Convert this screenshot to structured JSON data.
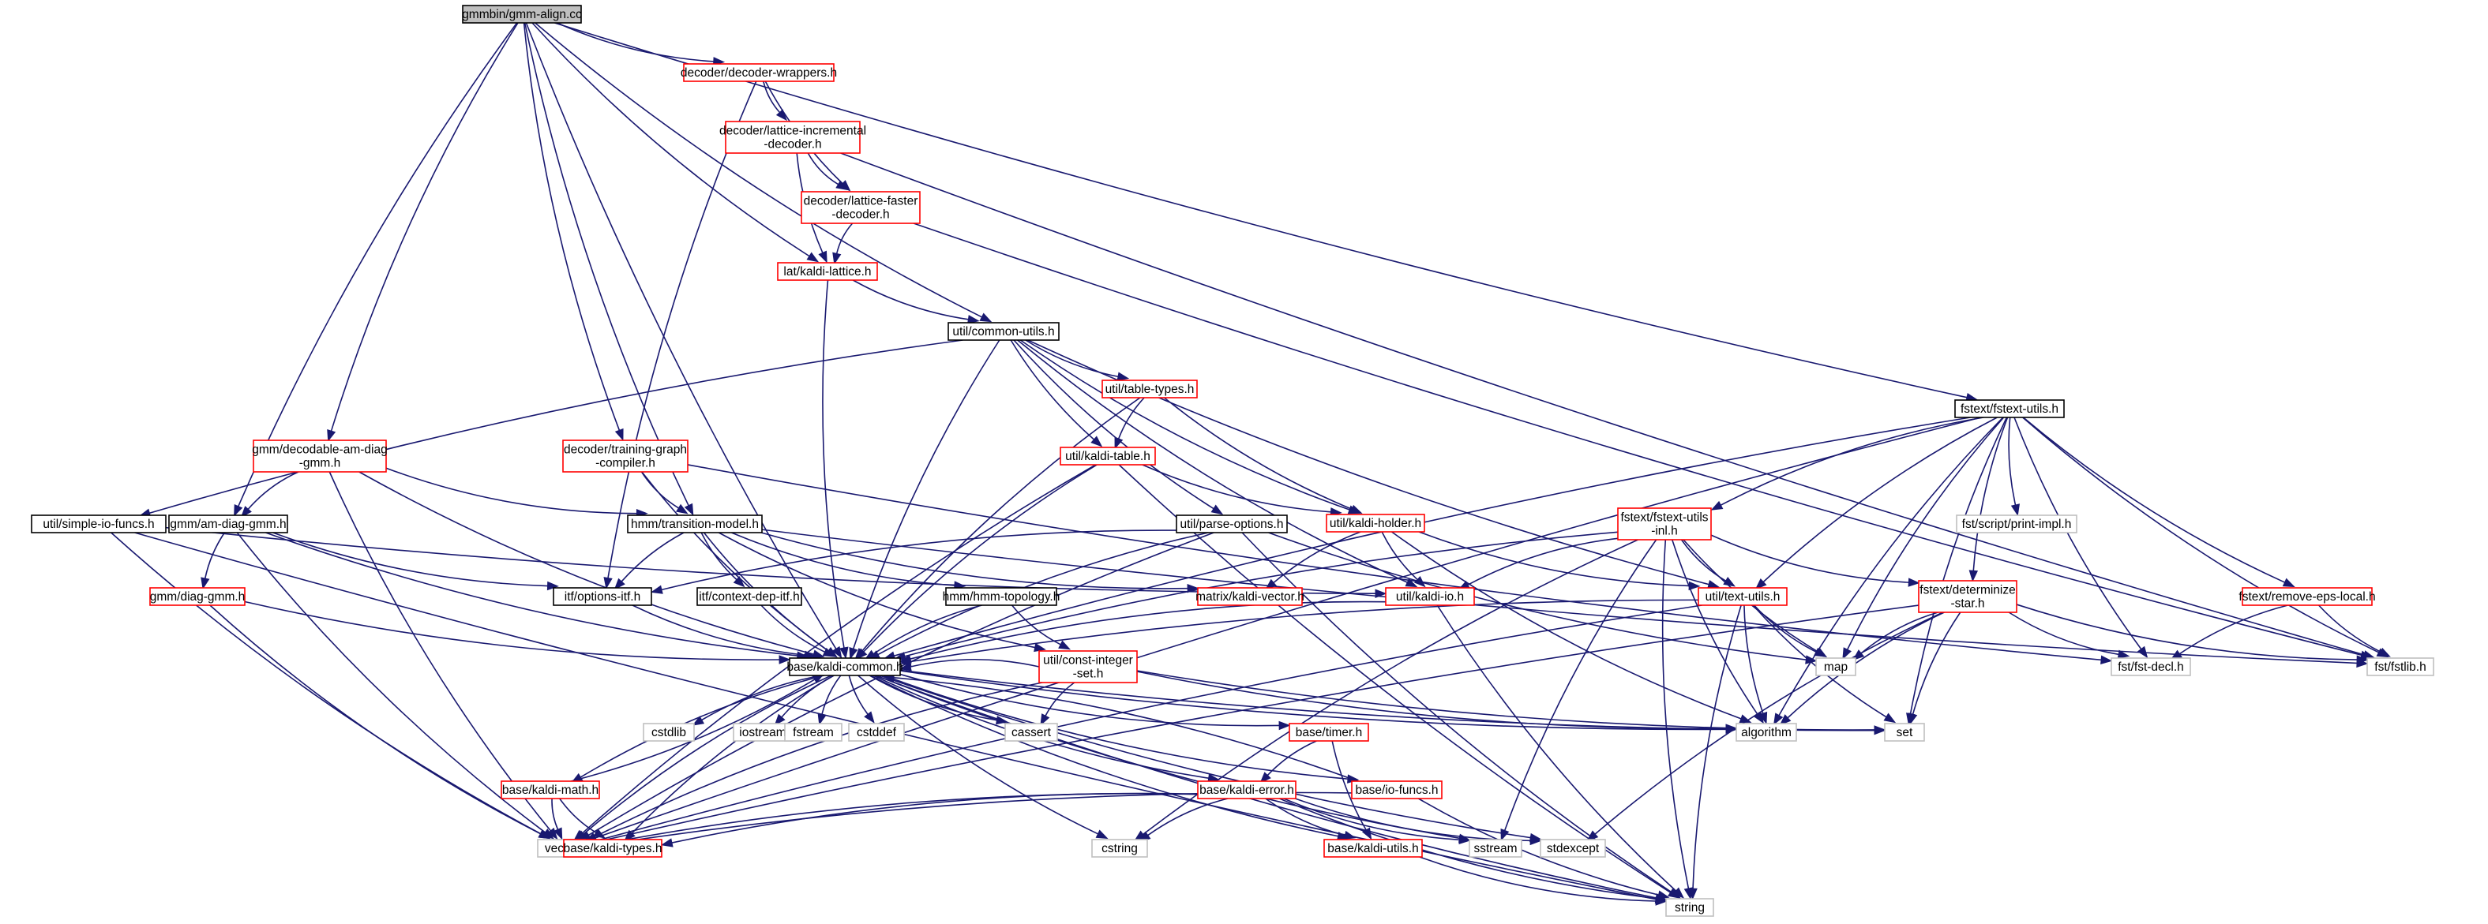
{
  "graph": {
    "colors": {
      "edge": "#191970",
      "root_fill": "#bfbfbf",
      "root_border": "#000000",
      "incomplete_border": "#ff0000",
      "complete_border": "#000000",
      "system_border": "#bfbfbf",
      "node_fill": "#ffffff"
    },
    "nodes": [
      {
        "id": "gmm_align",
        "lines": [
          "gmmbin/gmm-align.cc"
        ],
        "kind": "root"
      },
      {
        "id": "dec_wrappers",
        "lines": [
          "decoder/decoder-wrappers.h"
        ],
        "kind": "incomplete"
      },
      {
        "id": "lat_incr",
        "lines": [
          "decoder/lattice-incremental",
          "-decoder.h"
        ],
        "kind": "incomplete"
      },
      {
        "id": "lat_faster",
        "lines": [
          "decoder/lattice-faster",
          "-decoder.h"
        ],
        "kind": "incomplete"
      },
      {
        "id": "kaldi_lattice",
        "lines": [
          "lat/kaldi-lattice.h"
        ],
        "kind": "incomplete"
      },
      {
        "id": "common_utils",
        "lines": [
          "util/common-utils.h"
        ],
        "kind": "complete"
      },
      {
        "id": "table_types",
        "lines": [
          "util/table-types.h"
        ],
        "kind": "incomplete"
      },
      {
        "id": "kaldi_table",
        "lines": [
          "util/kaldi-table.h"
        ],
        "kind": "incomplete"
      },
      {
        "id": "kaldi_holder",
        "lines": [
          "util/kaldi-holder.h"
        ],
        "kind": "incomplete"
      },
      {
        "id": "decodable",
        "lines": [
          "gmm/decodable-am-diag",
          "-gmm.h"
        ],
        "kind": "incomplete"
      },
      {
        "id": "training_graph",
        "lines": [
          "decoder/training-graph",
          "-compiler.h"
        ],
        "kind": "incomplete"
      },
      {
        "id": "simple_io",
        "lines": [
          "util/simple-io-funcs.h"
        ],
        "kind": "complete"
      },
      {
        "id": "am_diag",
        "lines": [
          "gmm/am-diag-gmm.h"
        ],
        "kind": "complete"
      },
      {
        "id": "diag_gmm",
        "lines": [
          "gmm/diag-gmm.h"
        ],
        "kind": "incomplete"
      },
      {
        "id": "transition",
        "lines": [
          "hmm/transition-model.h"
        ],
        "kind": "complete"
      },
      {
        "id": "parse_options",
        "lines": [
          "util/parse-options.h"
        ],
        "kind": "complete"
      },
      {
        "id": "options_itf",
        "lines": [
          "itf/options-itf.h"
        ],
        "kind": "complete"
      },
      {
        "id": "context_dep",
        "lines": [
          "itf/context-dep-itf.h"
        ],
        "kind": "complete"
      },
      {
        "id": "hmm_topo",
        "lines": [
          "hmm/hmm-topology.h"
        ],
        "kind": "complete"
      },
      {
        "id": "kaldi_vector",
        "lines": [
          "matrix/kaldi-vector.h"
        ],
        "kind": "incomplete"
      },
      {
        "id": "kaldi_io",
        "lines": [
          "util/kaldi-io.h"
        ],
        "kind": "incomplete"
      },
      {
        "id": "const_int",
        "lines": [
          "util/const-integer",
          "-set.h"
        ],
        "kind": "incomplete"
      },
      {
        "id": "kaldi_common",
        "lines": [
          "base/kaldi-common.h"
        ],
        "kind": "complete"
      },
      {
        "id": "fstext_utils",
        "lines": [
          "fstext/fstext-utils.h"
        ],
        "kind": "complete"
      },
      {
        "id": "fstext_inl",
        "lines": [
          "fstext/fstext-utils",
          "-inl.h"
        ],
        "kind": "incomplete"
      },
      {
        "id": "text_utils",
        "lines": [
          "util/text-utils.h"
        ],
        "kind": "incomplete"
      },
      {
        "id": "determinize",
        "lines": [
          "fstext/determinize",
          "-star.h"
        ],
        "kind": "incomplete"
      },
      {
        "id": "remove_eps",
        "lines": [
          "fstext/remove-eps-local.h"
        ],
        "kind": "incomplete"
      },
      {
        "id": "print_impl",
        "lines": [
          "fst/script/print-impl.h"
        ],
        "kind": "system"
      },
      {
        "id": "map",
        "lines": [
          "map"
        ],
        "kind": "system"
      },
      {
        "id": "fst_decl",
        "lines": [
          "fst/fst-decl.h"
        ],
        "kind": "system"
      },
      {
        "id": "fstlib",
        "lines": [
          "fst/fstlib.h"
        ],
        "kind": "system"
      },
      {
        "id": "algorithm",
        "lines": [
          "algorithm"
        ],
        "kind": "system"
      },
      {
        "id": "set",
        "lines": [
          "set"
        ],
        "kind": "system"
      },
      {
        "id": "kaldi_math",
        "lines": [
          "base/kaldi-math.h"
        ],
        "kind": "incomplete"
      },
      {
        "id": "cstdlib",
        "lines": [
          "cstdlib"
        ],
        "kind": "system"
      },
      {
        "id": "iostream",
        "lines": [
          "iostream"
        ],
        "kind": "system"
      },
      {
        "id": "fstream",
        "lines": [
          "fstream"
        ],
        "kind": "system"
      },
      {
        "id": "cstddef",
        "lines": [
          "cstddef"
        ],
        "kind": "system"
      },
      {
        "id": "cassert",
        "lines": [
          "cassert"
        ],
        "kind": "system"
      },
      {
        "id": "timer",
        "lines": [
          "base/timer.h"
        ],
        "kind": "incomplete"
      },
      {
        "id": "kaldi_error",
        "lines": [
          "base/kaldi-error.h"
        ],
        "kind": "incomplete"
      },
      {
        "id": "io_funcs",
        "lines": [
          "base/io-funcs.h"
        ],
        "kind": "incomplete"
      },
      {
        "id": "vector",
        "lines": [
          "vector"
        ],
        "kind": "system"
      },
      {
        "id": "kaldi_types",
        "lines": [
          "base/kaldi-types.h"
        ],
        "kind": "incomplete"
      },
      {
        "id": "cstring",
        "lines": [
          "cstring"
        ],
        "kind": "system"
      },
      {
        "id": "kaldi_utils",
        "lines": [
          "base/kaldi-utils.h"
        ],
        "kind": "incomplete"
      },
      {
        "id": "sstream",
        "lines": [
          "sstream"
        ],
        "kind": "system"
      },
      {
        "id": "stdexcept",
        "lines": [
          "stdexcept"
        ],
        "kind": "system"
      },
      {
        "id": "string",
        "lines": [
          "string"
        ],
        "kind": "system"
      }
    ],
    "edges": [
      [
        "gmm_align",
        "dec_wrappers"
      ],
      [
        "gmm_align",
        "kaldi_lattice"
      ],
      [
        "gmm_align",
        "common_utils"
      ],
      [
        "gmm_align",
        "decodable"
      ],
      [
        "gmm_align",
        "training_graph"
      ],
      [
        "gmm_align",
        "am_diag"
      ],
      [
        "gmm_align",
        "transition"
      ],
      [
        "gmm_align",
        "kaldi_common"
      ],
      [
        "gmm_align",
        "fstext_utils"
      ],
      [
        "dec_wrappers",
        "lat_incr"
      ],
      [
        "dec_wrappers",
        "lat_faster"
      ],
      [
        "dec_wrappers",
        "options_itf"
      ],
      [
        "lat_incr",
        "lat_faster"
      ],
      [
        "lat_incr",
        "kaldi_lattice"
      ],
      [
        "lat_incr",
        "fstlib"
      ],
      [
        "lat_faster",
        "kaldi_lattice"
      ],
      [
        "lat_faster",
        "fstlib"
      ],
      [
        "kaldi_lattice",
        "common_utils"
      ],
      [
        "kaldi_lattice",
        "kaldi_common"
      ],
      [
        "common_utils",
        "table_types"
      ],
      [
        "common_utils",
        "kaldi_table"
      ],
      [
        "common_utils",
        "kaldi_holder"
      ],
      [
        "common_utils",
        "parse_options"
      ],
      [
        "common_utils",
        "kaldi_io"
      ],
      [
        "common_utils",
        "text_utils"
      ],
      [
        "common_utils",
        "simple_io"
      ],
      [
        "common_utils",
        "kaldi_common"
      ],
      [
        "table_types",
        "kaldi_table"
      ],
      [
        "table_types",
        "kaldi_holder"
      ],
      [
        "table_types",
        "kaldi_common"
      ],
      [
        "kaldi_table",
        "kaldi_holder"
      ],
      [
        "kaldi_table",
        "kaldi_common"
      ],
      [
        "kaldi_table",
        "vector"
      ],
      [
        "kaldi_table",
        "string"
      ],
      [
        "kaldi_holder",
        "kaldi_io"
      ],
      [
        "kaldi_holder",
        "text_utils"
      ],
      [
        "kaldi_holder",
        "kaldi_vector"
      ],
      [
        "kaldi_holder",
        "algorithm"
      ],
      [
        "decodable",
        "am_diag"
      ],
      [
        "decodable",
        "transition"
      ],
      [
        "decodable",
        "kaldi_common"
      ],
      [
        "decodable",
        "vector"
      ],
      [
        "training_graph",
        "transition"
      ],
      [
        "training_graph",
        "kaldi_common"
      ],
      [
        "training_graph",
        "fst_decl"
      ],
      [
        "simple_io",
        "kaldi_io"
      ],
      [
        "simple_io",
        "vector"
      ],
      [
        "simple_io",
        "string"
      ],
      [
        "am_diag",
        "diag_gmm"
      ],
      [
        "am_diag",
        "options_itf"
      ],
      [
        "am_diag",
        "kaldi_common"
      ],
      [
        "am_diag",
        "vector"
      ],
      [
        "diag_gmm",
        "kaldi_common"
      ],
      [
        "diag_gmm",
        "vector"
      ],
      [
        "transition",
        "options_itf"
      ],
      [
        "transition",
        "context_dep"
      ],
      [
        "transition",
        "hmm_topo"
      ],
      [
        "transition",
        "kaldi_vector"
      ],
      [
        "transition",
        "const_int"
      ],
      [
        "transition",
        "kaldi_common"
      ],
      [
        "transition",
        "fstlib"
      ],
      [
        "parse_options",
        "options_itf"
      ],
      [
        "parse_options",
        "kaldi_common"
      ],
      [
        "parse_options",
        "map"
      ],
      [
        "parse_options",
        "vector"
      ],
      [
        "parse_options",
        "string"
      ],
      [
        "options_itf",
        "kaldi_common"
      ],
      [
        "context_dep",
        "kaldi_common"
      ],
      [
        "hmm_topo",
        "kaldi_common"
      ],
      [
        "hmm_topo",
        "const_int"
      ],
      [
        "kaldi_io",
        "kaldi_common"
      ],
      [
        "kaldi_io",
        "string"
      ],
      [
        "const_int",
        "kaldi_common"
      ],
      [
        "const_int",
        "cassert"
      ],
      [
        "const_int",
        "vector"
      ],
      [
        "const_int",
        "algorithm"
      ],
      [
        "const_int",
        "set"
      ],
      [
        "fstext_utils",
        "fstext_inl"
      ],
      [
        "fstext_utils",
        "print_impl"
      ],
      [
        "fstext_utils",
        "determinize"
      ],
      [
        "fstext_utils",
        "remove_eps"
      ],
      [
        "fstext_utils",
        "text_utils"
      ],
      [
        "fstext_utils",
        "kaldi_common"
      ],
      [
        "fstext_utils",
        "fst_decl"
      ],
      [
        "fstext_utils",
        "fstlib"
      ],
      [
        "fstext_utils",
        "map"
      ],
      [
        "fstext_utils",
        "algorithm"
      ],
      [
        "fstext_utils",
        "set"
      ],
      [
        "fstext_utils",
        "vector"
      ],
      [
        "fstext_inl",
        "kaldi_io"
      ],
      [
        "fstext_inl",
        "text_utils"
      ],
      [
        "fstext_inl",
        "determinize"
      ],
      [
        "fstext_inl",
        "kaldi_common"
      ],
      [
        "fstext_inl",
        "algorithm"
      ],
      [
        "fstext_inl",
        "map"
      ],
      [
        "fstext_inl",
        "sstream"
      ],
      [
        "fstext_inl",
        "cstring"
      ],
      [
        "fstext_inl",
        "string"
      ],
      [
        "text_utils",
        "kaldi_common"
      ],
      [
        "text_utils",
        "map"
      ],
      [
        "text_utils",
        "set"
      ],
      [
        "text_utils",
        "algorithm"
      ],
      [
        "text_utils",
        "string"
      ],
      [
        "text_utils",
        "vector"
      ],
      [
        "determinize",
        "fst_decl"
      ],
      [
        "determinize",
        "fstlib"
      ],
      [
        "determinize",
        "map"
      ],
      [
        "determinize",
        "set"
      ],
      [
        "determinize",
        "algorithm"
      ],
      [
        "determinize",
        "vector"
      ],
      [
        "determinize",
        "stdexcept"
      ],
      [
        "remove_eps",
        "fst_decl"
      ],
      [
        "remove_eps",
        "fstlib"
      ],
      [
        "kaldi_common",
        "kaldi_math"
      ],
      [
        "kaldi_common",
        "cstdlib"
      ],
      [
        "kaldi_common",
        "iostream"
      ],
      [
        "kaldi_common",
        "fstream"
      ],
      [
        "kaldi_common",
        "cstddef"
      ],
      [
        "kaldi_common",
        "cassert"
      ],
      [
        "kaldi_common",
        "timer"
      ],
      [
        "kaldi_common",
        "kaldi_error"
      ],
      [
        "kaldi_common",
        "io_funcs"
      ],
      [
        "kaldi_common",
        "vector"
      ],
      [
        "kaldi_common",
        "kaldi_types"
      ],
      [
        "kaldi_common",
        "cstring"
      ],
      [
        "kaldi_common",
        "kaldi_utils"
      ],
      [
        "kaldi_common",
        "sstream"
      ],
      [
        "kaldi_common",
        "stdexcept"
      ],
      [
        "kaldi_common",
        "string"
      ],
      [
        "kaldi_common",
        "algorithm"
      ],
      [
        "kaldi_common",
        "set"
      ],
      [
        "kaldi_math",
        "kaldi_common"
      ],
      [
        "kaldi_math",
        "kaldi_types"
      ],
      [
        "kaldi_math",
        "vector"
      ],
      [
        "timer",
        "kaldi_error"
      ],
      [
        "timer",
        "kaldi_utils"
      ],
      [
        "kaldi_error",
        "kaldi_types"
      ],
      [
        "kaldi_error",
        "kaldi_utils"
      ],
      [
        "kaldi_error",
        "cstring"
      ],
      [
        "kaldi_error",
        "sstream"
      ],
      [
        "kaldi_error",
        "stdexcept"
      ],
      [
        "kaldi_error",
        "string"
      ],
      [
        "kaldi_error",
        "vector"
      ],
      [
        "io_funcs",
        "kaldi_common"
      ],
      [
        "io_funcs",
        "vector"
      ],
      [
        "io_funcs",
        "string"
      ],
      [
        "kaldi_utils",
        "string"
      ]
    ]
  }
}
